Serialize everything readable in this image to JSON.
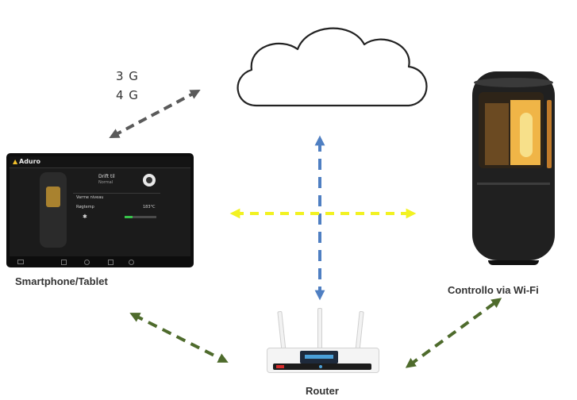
{
  "network": {
    "line1": "3 G",
    "line2": "4 G"
  },
  "devices": {
    "tablet_label": "Smartphone/Tablet",
    "stove_label": "Controllo via Wi-Fi",
    "router_label": "Router"
  },
  "tablet_app": {
    "brand": "Aduro",
    "mode_title": "Drift til",
    "mode_sub": "Normal",
    "row1": "Varme niveau",
    "row2": "Røgtemp",
    "row2_value": "183°C"
  },
  "colors": {
    "dark_arrow": "#5a5a5a",
    "green_arrow": "#4e6b2c",
    "yellow_arrow": "#f2f222",
    "blue_arrow": "#4f7fc2"
  },
  "icons": [
    "cloud-icon",
    "tablet-image",
    "stove-image",
    "router-image",
    "flame-icon"
  ]
}
